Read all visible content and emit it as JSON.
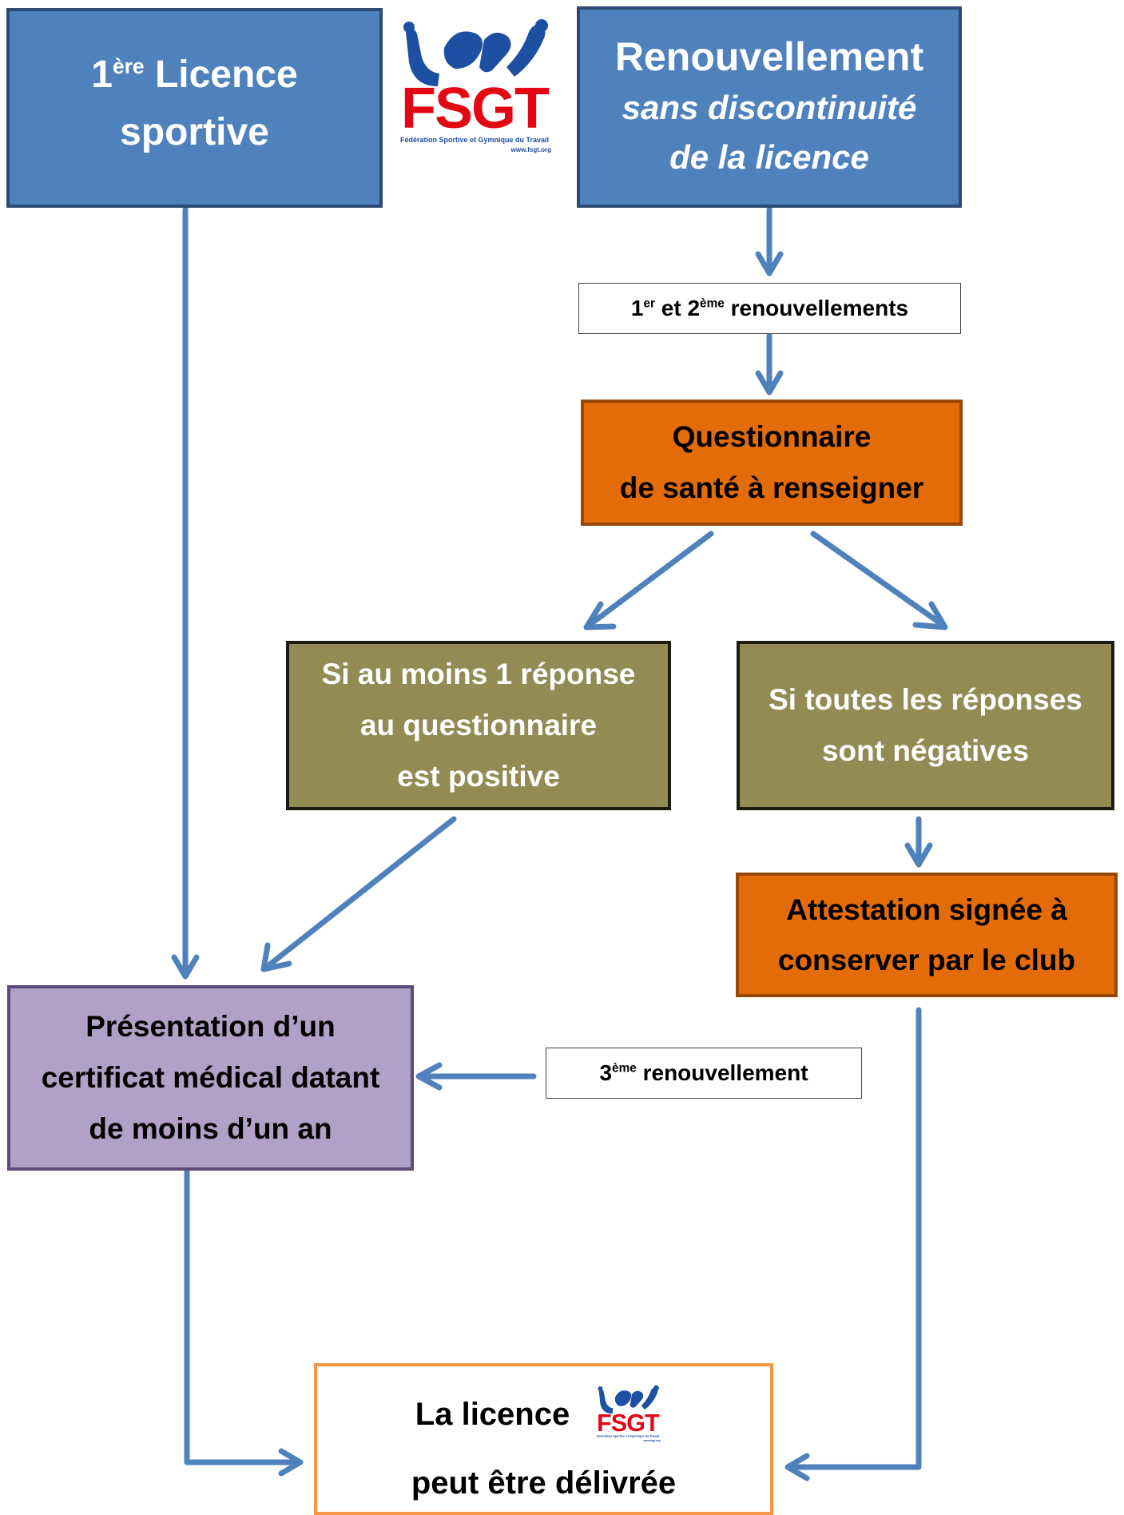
{
  "first_license": {
    "sup": "ère",
    "line1_rest": " Licence",
    "line1_prefix": "1",
    "line2": "sportive"
  },
  "renewal": {
    "line1": "Renouvellement",
    "line2": "sans discontinuité",
    "line3": "de la licence"
  },
  "renewals_12": {
    "p1": "1",
    "s1": "er",
    "p2": " et 2",
    "s2": "ème",
    "p3": " renouvellements"
  },
  "questionnaire": {
    "line1": "Questionnaire",
    "line2": "de santé à renseigner"
  },
  "positive": {
    "line1": "Si au moins 1 réponse",
    "line2": "au questionnaire",
    "line3": "est positive"
  },
  "negative": {
    "line1": "Si toutes les réponses",
    "line2": "sont négatives"
  },
  "attestation": {
    "line1": "Attestation signée à",
    "line2": "conserver par le club"
  },
  "certificate": {
    "line1": "Présentation d’un",
    "line2": "certificat médical datant",
    "line3": "de moins d’un an"
  },
  "renewal_3": {
    "p1": "3",
    "s1": "ème",
    "p2": " renouvellement"
  },
  "final": {
    "line1": "La licence",
    "line2": "peut être délivrée"
  },
  "logo": {
    "text": "FSGT",
    "subtitle": "Fédération Sportive et Gymnique du Travail",
    "url": "www.fsgt.org"
  },
  "colors": {
    "blue": "#4f81bd",
    "orange": "#e36c09",
    "olive": "#948a54",
    "purple": "#b2a1c7",
    "arrow": "#4f81bd",
    "logo_red": "#e30613",
    "logo_blue": "#1d4fa3"
  }
}
